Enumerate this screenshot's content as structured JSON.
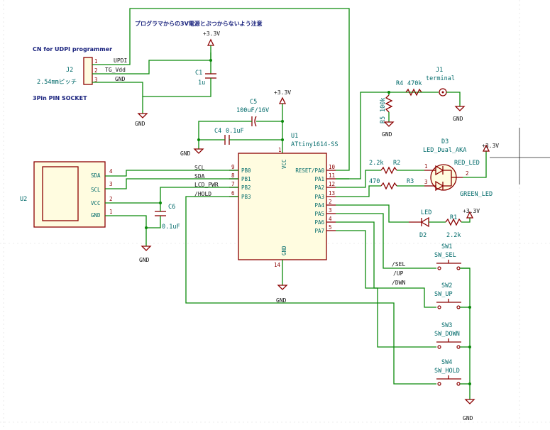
{
  "notes": {
    "jp": "プログラマからの3V電源とぶつからないよう注意",
    "cn": "CN for UDPI programmer",
    "socket": "3Pin PIN SOCKET"
  },
  "j2": {
    "ref": "J2",
    "val": "2.54mmピッチ",
    "net1": "UPDI",
    "net2": "TG_Vdd",
    "net3": "GND",
    "p1": "1",
    "p2": "2",
    "p3": "3"
  },
  "pwr": {
    "v33": "+3.3V",
    "gnd": "GND"
  },
  "c1": {
    "ref": "C1",
    "val": "1u"
  },
  "c5": {
    "ref": "C5",
    "val": "100uF/16V"
  },
  "c4": {
    "ref": "C4",
    "val": "0.1uF"
  },
  "c6": {
    "ref": "C6",
    "val": "0.1uF"
  },
  "u1": {
    "ref": "U1",
    "val": "ATtiny1614-SS",
    "vcc": "VCC",
    "gndpin": "GND",
    "pins_left": [
      "PB0",
      "PB1",
      "PB2",
      "PB3"
    ],
    "nums_left": [
      "9",
      "8",
      "7",
      "6"
    ],
    "pins_right": [
      "RESET/PA0",
      "PA1",
      "PA2",
      "PA3",
      "PA4",
      "PA5",
      "PA6",
      "PA7"
    ],
    "nums_right": [
      "10",
      "11",
      "12",
      "13",
      "2",
      "3",
      "4",
      "5"
    ],
    "vccnum": "1",
    "gndnum": "14"
  },
  "nets": {
    "scl": "SCL",
    "sda": "SDA",
    "lcd": "LCD_PWR",
    "hold": "/HOLD",
    "sel": "/SEL",
    "up": "/UP",
    "dwn": "/DWN",
    "gnd": "GND"
  },
  "u2": {
    "ref": "U2",
    "pins": [
      "SDA",
      "SCL",
      "VCC",
      "GND"
    ],
    "nums": [
      "4",
      "3",
      "2",
      "1"
    ]
  },
  "r4": {
    "ref": "R4",
    "val": "470k"
  },
  "r5": {
    "ref": "R5",
    "val": "100k"
  },
  "j1": {
    "ref": "J1",
    "val": "terminal"
  },
  "d3": {
    "ref": "D3",
    "val": "LED_Dual_AKA",
    "red": "RED_LED",
    "green": "GREEN_LED",
    "p1": "1",
    "p2": "2",
    "p3": "3"
  },
  "r2": {
    "ref": "R2",
    "val": "2.2k"
  },
  "r3": {
    "ref": "R3",
    "val": "470"
  },
  "d2": {
    "ref": "D2",
    "val": "LED"
  },
  "r1": {
    "ref": "R1",
    "val": "2.2k"
  },
  "sw": [
    {
      "ref": "SW1",
      "val": "SW_SEL"
    },
    {
      "ref": "SW2",
      "val": "SW_UP"
    },
    {
      "ref": "SW3",
      "val": "SW_DOWN"
    },
    {
      "ref": "SW4",
      "val": "SW_HOLD"
    }
  ]
}
